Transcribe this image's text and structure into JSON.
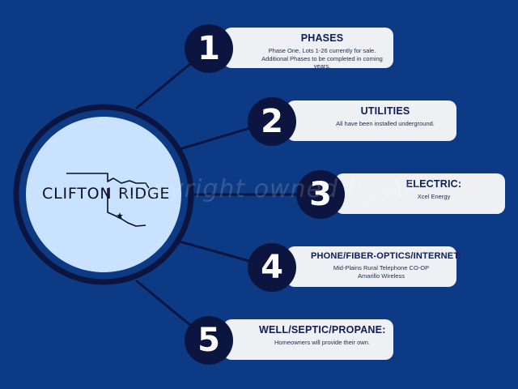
{
  "logo": {
    "word_left": "CLIFTON",
    "word_right": "RIDGE"
  },
  "watermark": "copyright owned by  AR",
  "items": [
    {
      "number": "1",
      "title": "PHASES",
      "description": "Phase One, Lots 1-26 currently for sale. Additional Phases to be completed in coming years."
    },
    {
      "number": "2",
      "title": "UTILITIES",
      "description": "All have been installed underground."
    },
    {
      "number": "3",
      "title": "ELECTRIC:",
      "description": "Xcel Energy"
    },
    {
      "number": "4",
      "title": "PHONE/FIBER-OPTICS/INTERNET:",
      "description": "Mid-Plains Rural Telephone CO-OP\nAmarillo Wireless"
    },
    {
      "number": "5",
      "title": "WELL/SEPTIC/PROPANE:",
      "description": "Homeowners will provide their own."
    }
  ],
  "colors": {
    "background": "#0d3a85",
    "badge": "#0b1540",
    "ring": "#0b1540",
    "inner_circle": "#c9e2ff",
    "card": "#eef0f4"
  }
}
